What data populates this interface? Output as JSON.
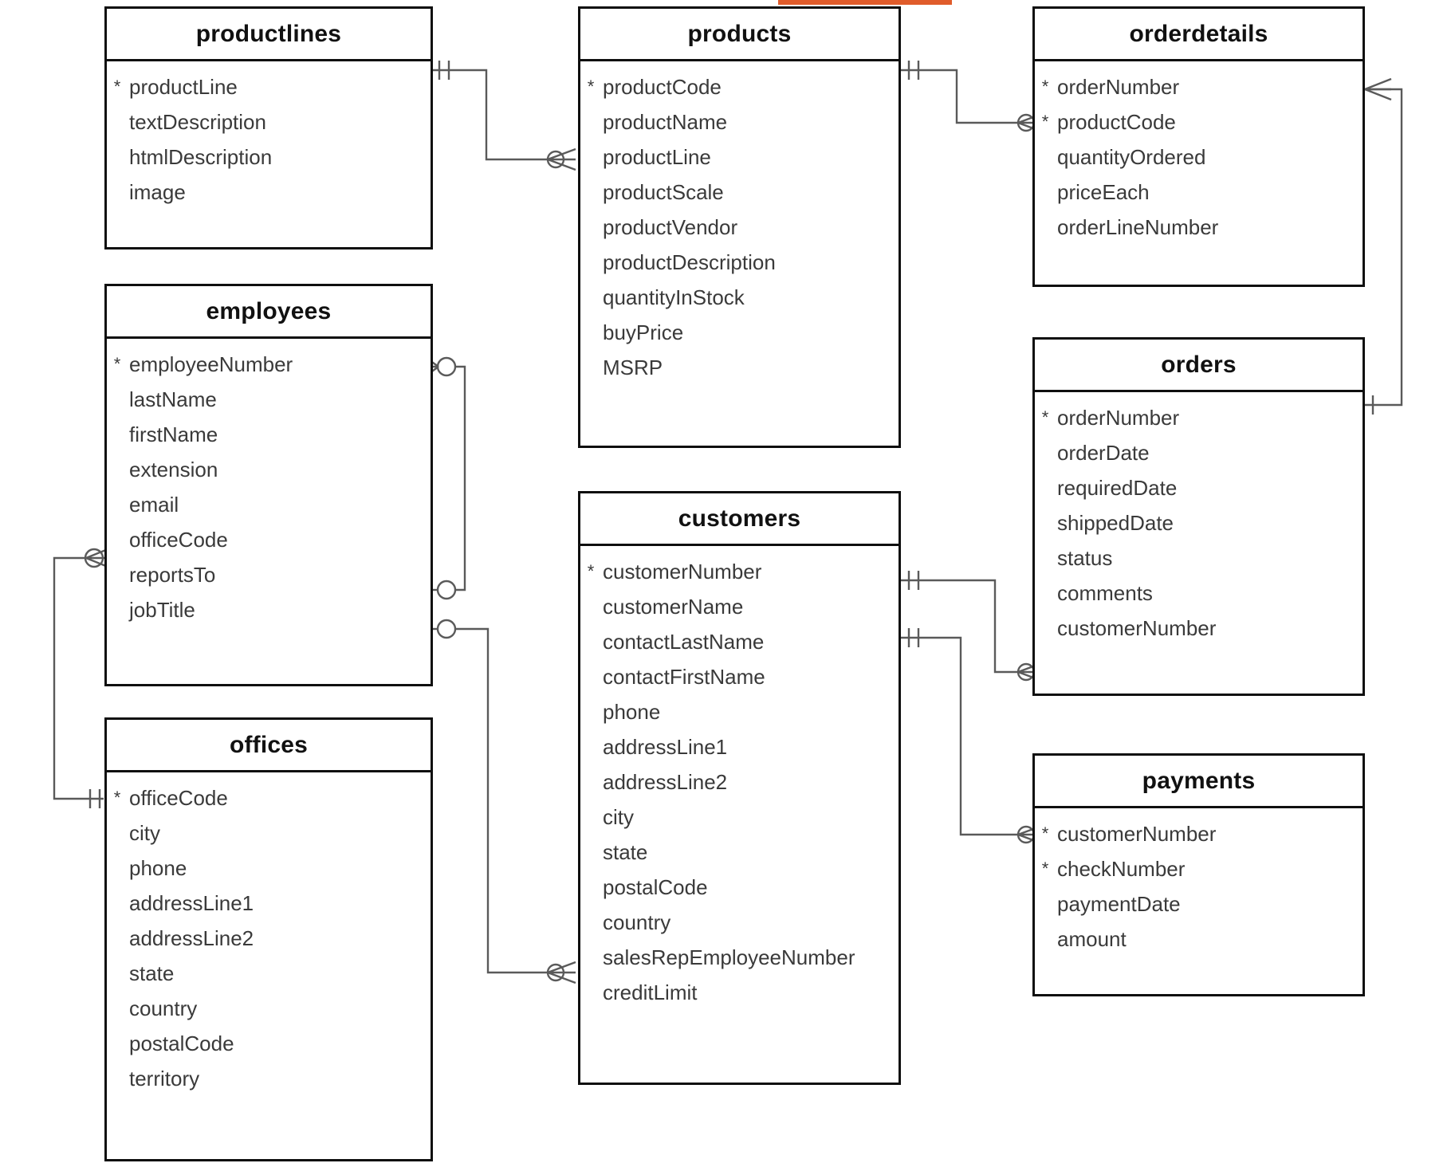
{
  "diagram": {
    "type": "entity-relationship-diagram",
    "notation": "crow's-foot",
    "accent_color": "#E05C2B",
    "background_color": "#FFFFFF",
    "border_color": "#0F0F0F",
    "connector_color": "#5A5A5A",
    "key_marker": "*",
    "key_marker_meaning": "primary key"
  },
  "entities": [
    {
      "id": "productlines",
      "title": "productlines",
      "fields": [
        {
          "key": "*",
          "name": "productLine"
        },
        {
          "key": "",
          "name": "textDescription"
        },
        {
          "key": "",
          "name": "htmlDescription"
        },
        {
          "key": "",
          "name": "image"
        }
      ]
    },
    {
      "id": "products",
      "title": "products",
      "fields": [
        {
          "key": "*",
          "name": "productCode"
        },
        {
          "key": "",
          "name": "productName"
        },
        {
          "key": "",
          "name": "productLine"
        },
        {
          "key": "",
          "name": "productScale"
        },
        {
          "key": "",
          "name": "productVendor"
        },
        {
          "key": "",
          "name": "productDescription"
        },
        {
          "key": "",
          "name": "quantityInStock"
        },
        {
          "key": "",
          "name": "buyPrice"
        },
        {
          "key": "",
          "name": "MSRP"
        }
      ]
    },
    {
      "id": "orderdetails",
      "title": "orderdetails",
      "fields": [
        {
          "key": "*",
          "name": "orderNumber"
        },
        {
          "key": "*",
          "name": "productCode"
        },
        {
          "key": "",
          "name": "quantityOrdered"
        },
        {
          "key": "",
          "name": "priceEach"
        },
        {
          "key": "",
          "name": "orderLineNumber"
        }
      ]
    },
    {
      "id": "employees",
      "title": "employees",
      "fields": [
        {
          "key": "*",
          "name": "employeeNumber"
        },
        {
          "key": "",
          "name": "lastName"
        },
        {
          "key": "",
          "name": "firstName"
        },
        {
          "key": "",
          "name": "extension"
        },
        {
          "key": "",
          "name": "email"
        },
        {
          "key": "",
          "name": "officeCode"
        },
        {
          "key": "",
          "name": "reportsTo"
        },
        {
          "key": "",
          "name": "jobTitle"
        }
      ]
    },
    {
      "id": "orders",
      "title": "orders",
      "fields": [
        {
          "key": "*",
          "name": "orderNumber"
        },
        {
          "key": "",
          "name": "orderDate"
        },
        {
          "key": "",
          "name": "requiredDate"
        },
        {
          "key": "",
          "name": "shippedDate"
        },
        {
          "key": "",
          "name": "status"
        },
        {
          "key": "",
          "name": "comments"
        },
        {
          "key": "",
          "name": "customerNumber"
        }
      ]
    },
    {
      "id": "customers",
      "title": "customers",
      "fields": [
        {
          "key": "*",
          "name": "customerNumber"
        },
        {
          "key": "",
          "name": "customerName"
        },
        {
          "key": "",
          "name": "contactLastName"
        },
        {
          "key": "",
          "name": "contactFirstName"
        },
        {
          "key": "",
          "name": "phone"
        },
        {
          "key": "",
          "name": "addressLine1"
        },
        {
          "key": "",
          "name": "addressLine2"
        },
        {
          "key": "",
          "name": "city"
        },
        {
          "key": "",
          "name": "state"
        },
        {
          "key": "",
          "name": "postalCode"
        },
        {
          "key": "",
          "name": "country"
        },
        {
          "key": "",
          "name": "salesRepEmployeeNumber"
        },
        {
          "key": "",
          "name": "creditLimit"
        }
      ]
    },
    {
      "id": "offices",
      "title": "offices",
      "fields": [
        {
          "key": "*",
          "name": "officeCode"
        },
        {
          "key": "",
          "name": "city"
        },
        {
          "key": "",
          "name": "phone"
        },
        {
          "key": "",
          "name": "addressLine1"
        },
        {
          "key": "",
          "name": "addressLine2"
        },
        {
          "key": "",
          "name": "state"
        },
        {
          "key": "",
          "name": "country"
        },
        {
          "key": "",
          "name": "postalCode"
        },
        {
          "key": "",
          "name": "territory"
        }
      ]
    },
    {
      "id": "payments",
      "title": "payments",
      "fields": [
        {
          "key": "*",
          "name": "customerNumber"
        },
        {
          "key": "*",
          "name": "checkNumber"
        },
        {
          "key": "",
          "name": "paymentDate"
        },
        {
          "key": "",
          "name": "amount"
        }
      ]
    }
  ],
  "relationships": [
    {
      "from": "productlines.productLine",
      "to": "products.productLine",
      "from_cardinality": "one-mandatory",
      "to_cardinality": "zero-or-many"
    },
    {
      "from": "products.productCode",
      "to": "orderdetails.productCode",
      "from_cardinality": "one-mandatory",
      "to_cardinality": "zero-or-many"
    },
    {
      "from": "orders.orderNumber",
      "to": "orderdetails.orderNumber",
      "from_cardinality": "one-mandatory",
      "to_cardinality": "zero-or-many"
    },
    {
      "from": "employees.employeeNumber",
      "to": "employees.reportsTo",
      "from_cardinality": "zero-or-many",
      "to_cardinality": "zero-or-one"
    },
    {
      "from": "employees.employeeNumber",
      "to": "customers.salesRepEmployeeNumber",
      "from_cardinality": "zero-or-one",
      "to_cardinality": "zero-or-many"
    },
    {
      "from": "offices.officeCode",
      "to": "employees.officeCode",
      "from_cardinality": "one-mandatory",
      "to_cardinality": "zero-or-many"
    },
    {
      "from": "customers.customerNumber",
      "to": "orders.customerNumber",
      "from_cardinality": "one-mandatory",
      "to_cardinality": "zero-or-many"
    },
    {
      "from": "customers.customerNumber",
      "to": "payments.customerNumber",
      "from_cardinality": "one-mandatory",
      "to_cardinality": "zero-or-many"
    }
  ]
}
